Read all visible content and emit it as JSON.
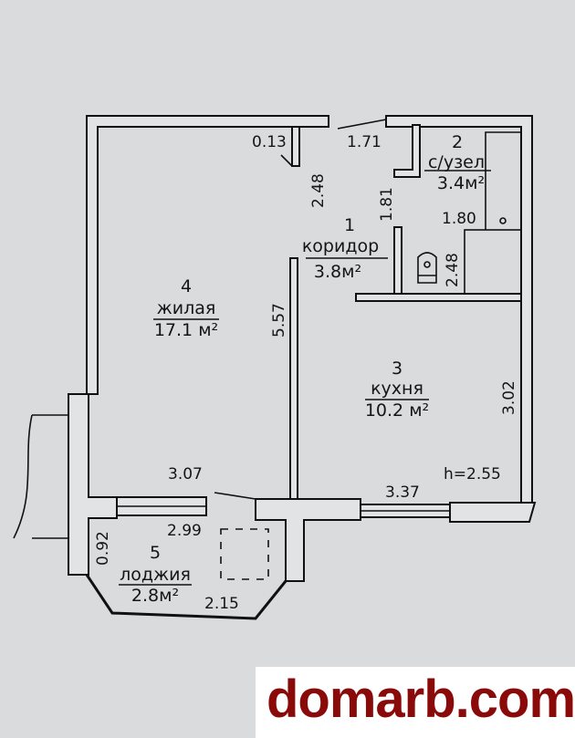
{
  "rooms": [
    {
      "number": "1",
      "name": "коридор",
      "area": "3.8м²"
    },
    {
      "number": "2",
      "name": "с/узел",
      "area": "3.4м²"
    },
    {
      "number": "3",
      "name": "кухня",
      "area": "10.2 м²"
    },
    {
      "number": "4",
      "name": "жилая",
      "area": "17.1 м²"
    },
    {
      "number": "5",
      "name": "лоджия",
      "area": "2.8м²"
    }
  ],
  "dimensions": {
    "d013": "0.13",
    "d171": "1.71",
    "d248a": "2.48",
    "d181": "1.81",
    "d180": "1.80",
    "d248b": "2.48",
    "d557": "5.57",
    "d302": "3.02",
    "d307": "3.07",
    "d337": "3.37",
    "d299": "2.99",
    "d092": "0.92",
    "d215": "2.15"
  },
  "ceiling_height": "h=2.55",
  "watermark": "domarb.com"
}
